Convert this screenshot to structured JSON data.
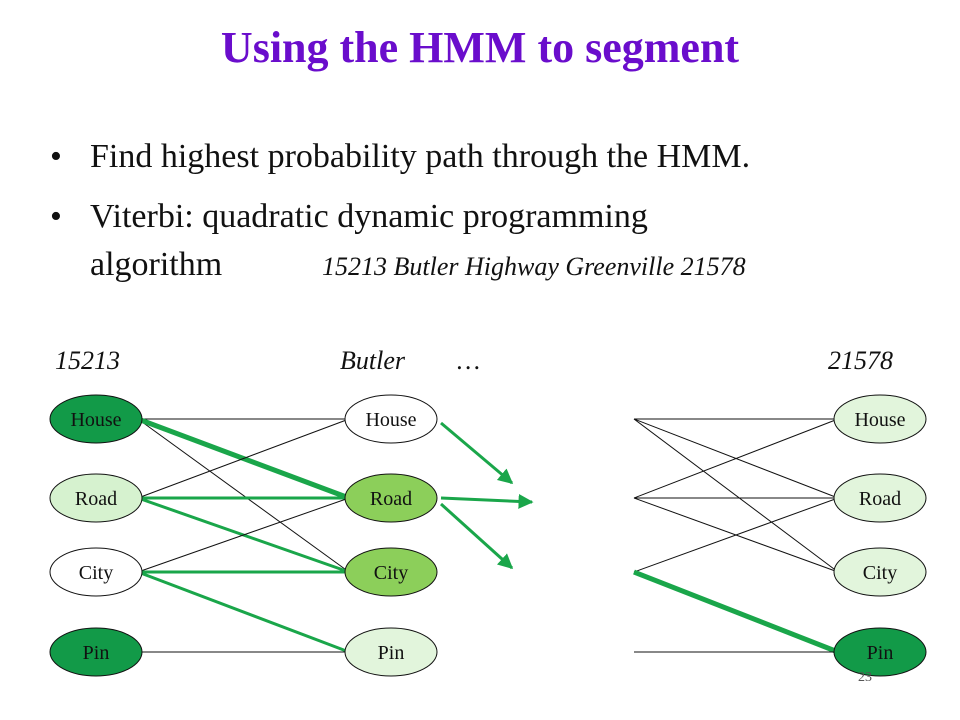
{
  "title": "Using the HMM to segment",
  "bullets": [
    {
      "text": "Find highest probability path through the HMM."
    },
    {
      "line1": "Viterbi: quadratic dynamic programming",
      "line2": "algorithm"
    }
  ],
  "sequence": "15213 Butler Highway Greenville 21578",
  "column_labels": {
    "first": "15213",
    "second": "Butler",
    "ellipsis": "…",
    "last": "21578"
  },
  "page_number": "23",
  "colors": {
    "title": "#6a0dcc",
    "path": "#1aa64a",
    "house_dark": "#129a48",
    "road_light": "#d6f2cf",
    "city_white": "#ffffff",
    "pin_dark": "#129a48",
    "road_mid": "#8ccf5a",
    "pin_pale": "#e2f5dc"
  },
  "states": [
    "House",
    "Road",
    "City",
    "Pin"
  ],
  "columns": [
    {
      "id": "col1",
      "fills": [
        "house_dark",
        "road_light",
        "city_white",
        "pin_dark"
      ],
      "text_colors": [
        "#111111",
        "#111111",
        "#111111",
        "#111111"
      ]
    },
    {
      "id": "col2",
      "fills": [
        "city_white",
        "road_mid",
        "road_mid",
        "pin_pale"
      ],
      "text_colors": [
        "#111111",
        "#111111",
        "#111111",
        "#111111"
      ]
    },
    {
      "id": "col3",
      "fills": [
        "pin_pale",
        "pin_pale",
        "pin_pale",
        "pin_dark"
      ],
      "text_colors": [
        "#111111",
        "#111111",
        "#111111",
        "#111111"
      ]
    }
  ],
  "transitions_col1_to_col2": [
    {
      "from": 0,
      "to": 0,
      "bold": false
    },
    {
      "from": 0,
      "to": 2,
      "bold": false
    },
    {
      "from": 0,
      "to": 1,
      "bold": true,
      "thick": true
    },
    {
      "from": 1,
      "to": 0,
      "bold": false
    },
    {
      "from": 1,
      "to": 1,
      "bold": true
    },
    {
      "from": 1,
      "to": 2,
      "bold": true
    },
    {
      "from": 2,
      "to": 1,
      "bold": false
    },
    {
      "from": 2,
      "to": 2,
      "bold": true
    },
    {
      "from": 2,
      "to": 3,
      "bold": true
    },
    {
      "from": 3,
      "to": 3,
      "bold": false
    }
  ],
  "arrows_from_col2": [
    0,
    1,
    1
  ],
  "transitions_into_col3": [
    {
      "from": 0,
      "to": 0,
      "bold": false
    },
    {
      "from": 0,
      "to": 1,
      "bold": false
    },
    {
      "from": 0,
      "to": 2,
      "bold": false
    },
    {
      "from": 1,
      "to": 0,
      "bold": false
    },
    {
      "from": 1,
      "to": 1,
      "bold": false
    },
    {
      "from": 1,
      "to": 2,
      "bold": false
    },
    {
      "from": 2,
      "to": 1,
      "bold": false
    },
    {
      "from": 2,
      "to": 3,
      "bold": true
    },
    {
      "from": 3,
      "to": 3,
      "bold": false
    }
  ]
}
